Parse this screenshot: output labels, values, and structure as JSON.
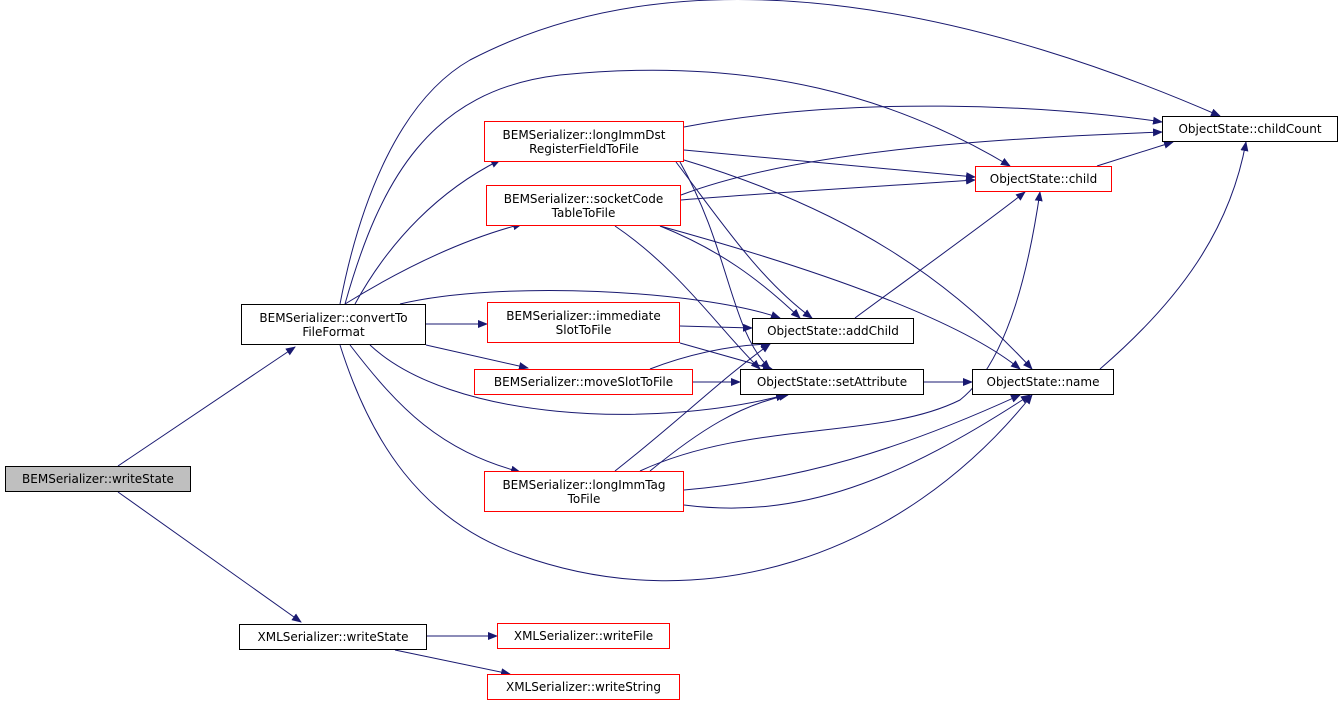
{
  "nodes": {
    "bem_write_state": "BEMSerializer::writeState",
    "convert_to_file_format": [
      "BEMSerializer::convertTo",
      "FileFormat"
    ],
    "xml_write_state": "XMLSerializer::writeState",
    "long_imm_dst": [
      "BEMSerializer::longImmDst",
      "RegisterFieldToFile"
    ],
    "socket_code_table": [
      "BEMSerializer::socketCode",
      "TableToFile"
    ],
    "immediate_slot": [
      "BEMSerializer::immediate",
      "SlotToFile"
    ],
    "move_slot": "BEMSerializer::moveSlotToFile",
    "long_imm_tag": [
      "BEMSerializer::longImmTag",
      "ToFile"
    ],
    "xml_write_file": "XMLSerializer::writeFile",
    "xml_write_string": "XMLSerializer::writeString",
    "os_child_count": "ObjectState::childCount",
    "os_child": "ObjectState::child",
    "os_add_child": "ObjectState::addChild",
    "os_set_attribute": "ObjectState::setAttribute",
    "os_name": "ObjectState::name"
  },
  "colors": {
    "edge": "#191970",
    "focus_fill": "#bfbfbf",
    "linked_border": "#ff0000",
    "plain_border": "#000000"
  }
}
